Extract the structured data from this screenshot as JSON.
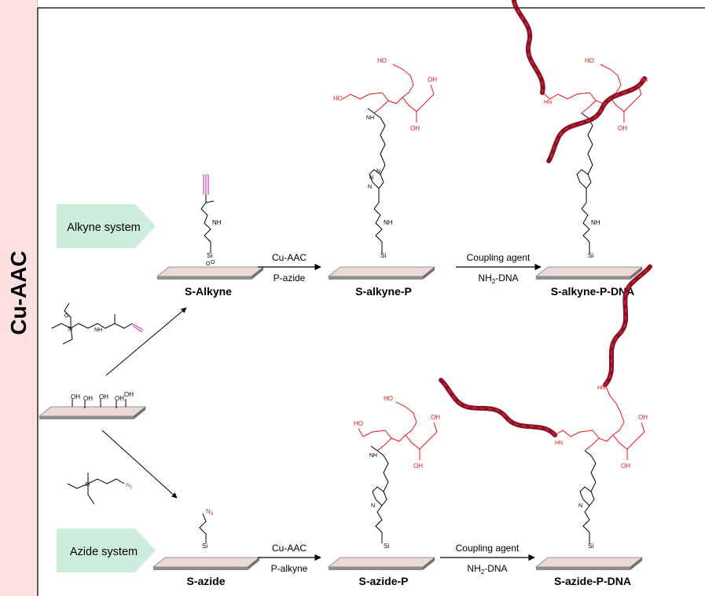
{
  "side_title": "Cu-AAC",
  "systems": {
    "alkyne": "Alkyne system",
    "azide": "Azide system"
  },
  "products": {
    "s_alkyne": "S-Alkyne",
    "s_alkyne_p": "S-alkyne-P",
    "s_alkyne_p_dna": "S-alkyne-P-DNA",
    "s_azide": "S-azide",
    "s_azide_p": "S-azide-P",
    "s_azide_p_dna": "S-azide-P-DNA"
  },
  "steps": {
    "alk_click_top": "Cu-AAC",
    "alk_click_bottom": "P-azide",
    "alk_couple_top": "Coupling agent",
    "alk_couple_bottom": "NH",
    "az_click_top": "Cu-AAC",
    "az_click_bottom": "P-alkyne",
    "az_couple_top": "Coupling agent",
    "az_couple_bottom": "NH"
  },
  "nh2_parts": {
    "sub": "2",
    "tail": "-DNA"
  },
  "atoms": {
    "si": "Si",
    "o": "O",
    "nh": "NH",
    "hn": "HN",
    "oh": "OH",
    "ho": "HO",
    "n": "N",
    "n3": "N",
    "n3_sub": "3"
  },
  "colors": {
    "peptide": "#e8141e",
    "alkyne": "#c020c8",
    "azide": "#c020c8",
    "dna": "#8f0f22",
    "surface_top": "#ead9d6",
    "surface_edge": "#8a8a8a",
    "system_arrow": "#cdeedd",
    "side_band": "#fde0df"
  }
}
